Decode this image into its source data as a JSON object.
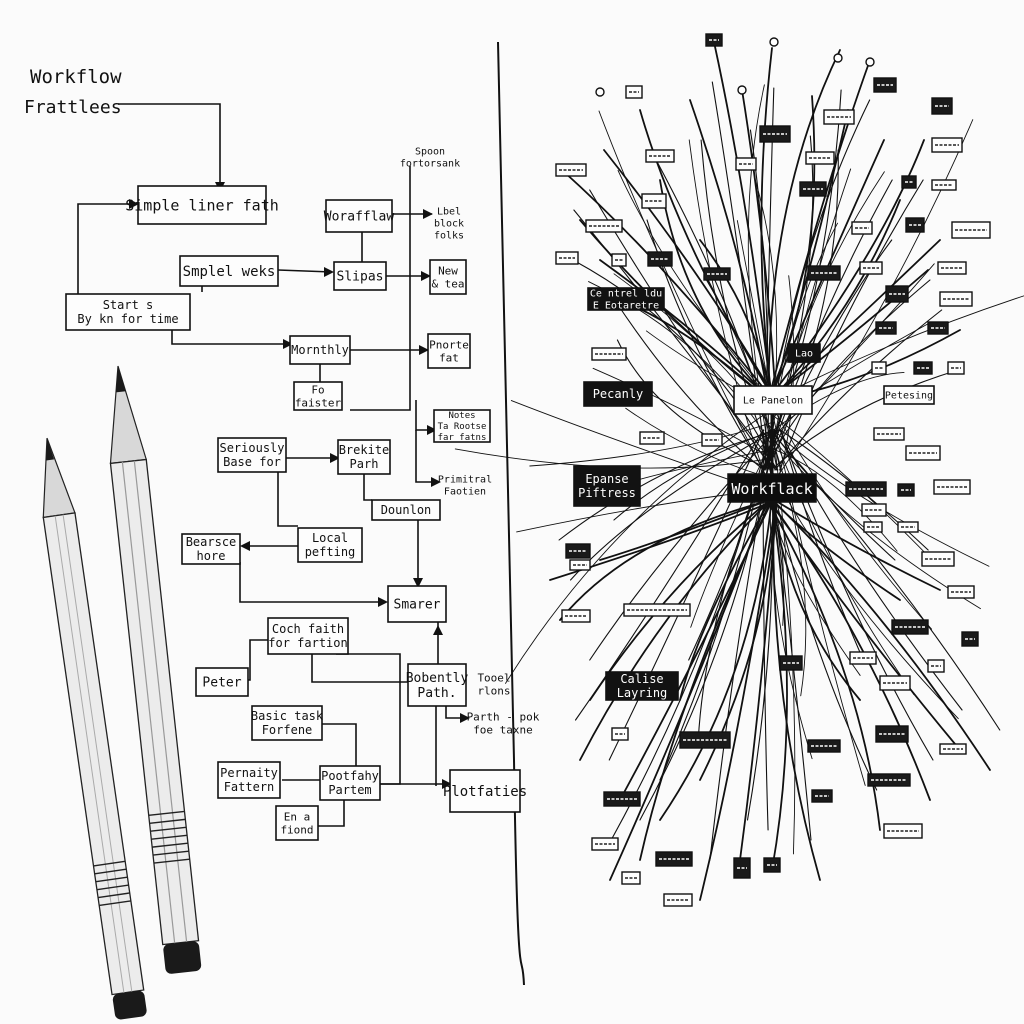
{
  "colors": {
    "ink": "#111111",
    "paper": "#fbfbfb",
    "pencil_body": "#e9e9e9",
    "pencil_shade": "#b9b9b9",
    "lead": "#1a1a1a"
  },
  "left": {
    "heading": [
      "Workflow",
      "Frattlees"
    ],
    "nodes": [
      {
        "id": "simple-linear-path",
        "lines": [
          "Simple liner fath"
        ]
      },
      {
        "id": "simplel-webs",
        "lines": [
          "Smplel weks"
        ]
      },
      {
        "id": "start-box",
        "lines": [
          "Start s",
          "By kn for time"
        ]
      },
      {
        "id": "workflow",
        "lines": [
          "Worafflaw"
        ]
      },
      {
        "id": "spoon",
        "lines": [
          "Spoon",
          "fortorsank"
        ]
      },
      {
        "id": "label-block",
        "lines": [
          "Lbel",
          "block",
          "folks"
        ]
      },
      {
        "id": "slipas",
        "lines": [
          "Slipas"
        ]
      },
      {
        "id": "new-tea",
        "lines": [
          "New",
          "& tea"
        ]
      },
      {
        "id": "monthly",
        "lines": [
          "Mornthly"
        ]
      },
      {
        "id": "poorte-tat",
        "lines": [
          "Pnorte",
          "fat"
        ]
      },
      {
        "id": "faister",
        "lines": [
          "Fo",
          "faister"
        ]
      },
      {
        "id": "notes",
        "lines": [
          "Notes",
          "Ta Rootse",
          "far fatns"
        ]
      },
      {
        "id": "seriously-base",
        "lines": [
          "Seriously",
          "Base for"
        ]
      },
      {
        "id": "brekite-parh",
        "lines": [
          "Brekite",
          "Parh"
        ]
      },
      {
        "id": "primitral-faotien",
        "lines": [
          "Primitral",
          "Faotien"
        ]
      },
      {
        "id": "dounlan",
        "lines": [
          "Dounlon"
        ]
      },
      {
        "id": "bearsce-hore",
        "lines": [
          "Bearsce",
          "hore"
        ]
      },
      {
        "id": "local-pefting",
        "lines": [
          "Local",
          "pefting"
        ]
      },
      {
        "id": "smarer",
        "lines": [
          "Smarer"
        ]
      },
      {
        "id": "coch-faith",
        "lines": [
          "Coch faith",
          "for fartion"
        ]
      },
      {
        "id": "peter",
        "lines": [
          "Peter"
        ]
      },
      {
        "id": "bobently-path",
        "lines": [
          "Bobently",
          "Path."
        ]
      },
      {
        "id": "tooel-rlons",
        "lines": [
          "Tooel",
          "rlons"
        ]
      },
      {
        "id": "basic-task",
        "lines": [
          "Basic task",
          "Forfene"
        ]
      },
      {
        "id": "parth-pok",
        "lines": [
          "Parth - pok",
          "foe taxne"
        ]
      },
      {
        "id": "pernaity-fattern",
        "lines": [
          "Pernaity",
          "Fattern"
        ]
      },
      {
        "id": "pootfahy-partem",
        "lines": [
          "Pootfahy",
          "Partem"
        ]
      },
      {
        "id": "platfaties",
        "lines": [
          "Plotfaties"
        ]
      },
      {
        "id": "en-fiond",
        "lines": [
          "En a",
          "fiond"
        ]
      }
    ]
  },
  "right": {
    "center_label": "Workflack",
    "nodes": [
      {
        "id": "centrel",
        "lines": [
          "Ce ntrel ldu",
          "E Eotaretre"
        ]
      },
      {
        "id": "pecanly",
        "lines": [
          "Pecanly"
        ]
      },
      {
        "id": "le-panelon",
        "lines": [
          "Le Panelon"
        ]
      },
      {
        "id": "epanse-piftress",
        "lines": [
          "Epanse",
          "Piftress"
        ]
      },
      {
        "id": "calise-layring",
        "lines": [
          "Calise",
          "Layring"
        ]
      },
      {
        "id": "petesing",
        "lines": [
          "Petesing"
        ]
      },
      {
        "id": "lao",
        "lines": [
          "Lao"
        ]
      }
    ]
  }
}
